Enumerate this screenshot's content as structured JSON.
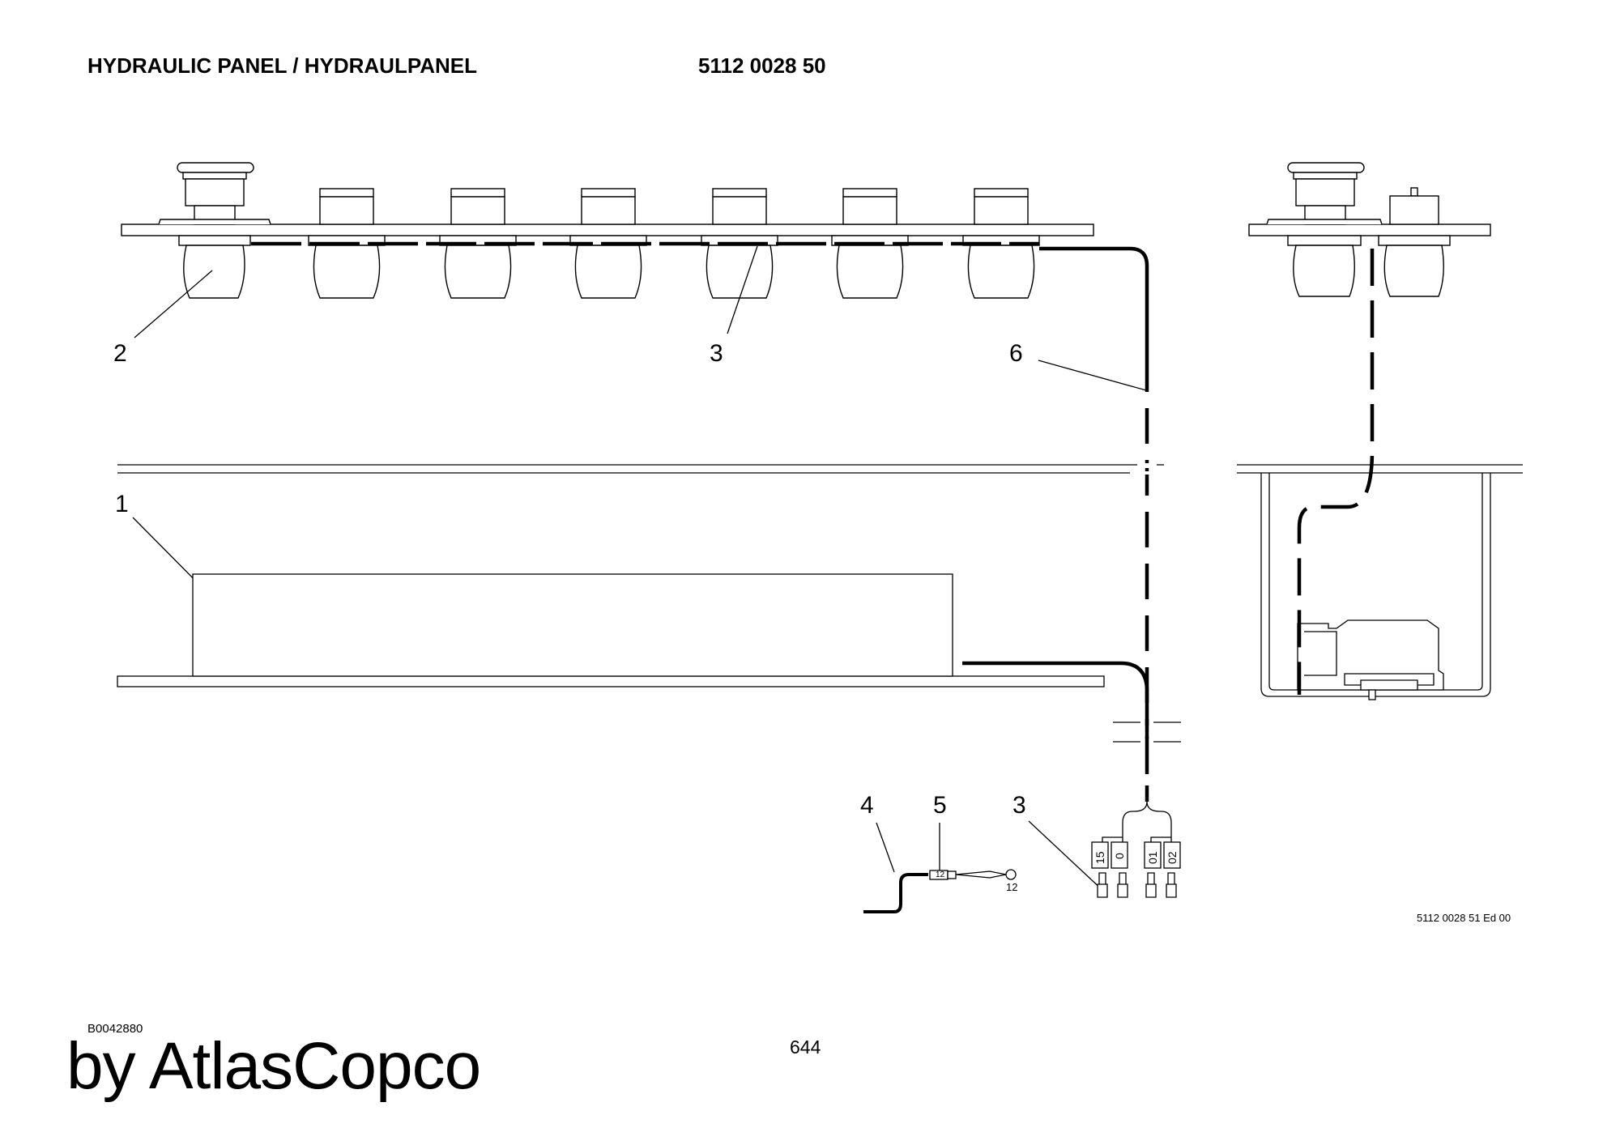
{
  "header": {
    "title": "HYDRAULIC PANEL / HYDRAULPANEL",
    "part_number": "5112 0028 50"
  },
  "diagram": {
    "callouts": {
      "c1": "1",
      "c2": "2",
      "c3_top": "3",
      "c6": "6",
      "c4": "4",
      "c5": "5",
      "c3_bottom": "3"
    },
    "connector_terminals": {
      "t15": "15",
      "t0": "0",
      "t01": "01",
      "t02": "02"
    },
    "wire_marks": {
      "m1": "12",
      "m2": "12"
    },
    "sheet_ref": "5112 0028 51 Ed 00"
  },
  "footer": {
    "doc_id": "B0042880",
    "page_number": "644",
    "brand": "by AtlasCopco"
  },
  "colors": {
    "line": "#000000",
    "background": "#ffffff"
  }
}
